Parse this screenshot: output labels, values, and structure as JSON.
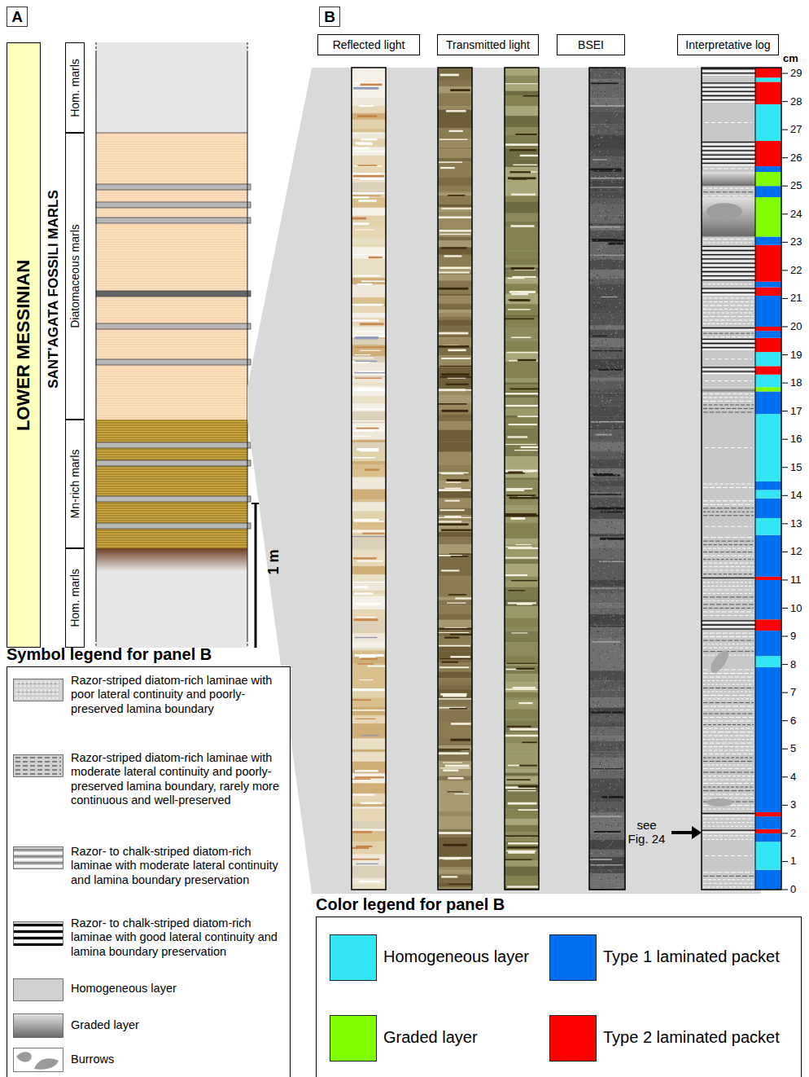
{
  "diagram": {
    "nodes": [
      {
        "text": [
          "A"
        ]
      },
      {
        "text": [
          "B"
        ]
      },
      {
        "text": [
          "LOWER MESSINIAN"
        ]
      },
      {
        "text": [
          "Hom. marls"
        ]
      },
      {
        "text": [
          "Diatomaceous marls"
        ]
      },
      {
        "text": [
          "Mn-rich marls"
        ]
      },
      {
        "text": [
          "Hom. marls"
        ]
      },
      {
        "text": [
          "Reflected light"
        ]
      },
      {
        "text": [
          "Transmitted light"
        ]
      },
      {
        "text": [
          "BSEI"
        ]
      },
      {
        "text": [
          "Interpretative log"
        ]
      },
      {
        "text": [
          "Symbol legend for panel B"
        ]
      },
      {
        "text": [
          "Color legend for panel B"
        ]
      }
    ],
    "labels": [
      "SANT'AGATA FOSSILI MARLS",
      "1 m",
      "cm",
      "29",
      "28",
      "27",
      "26",
      "25",
      "24",
      "23",
      "22",
      "21",
      "20",
      "19",
      "18",
      "17",
      "16",
      "15",
      "14",
      "13",
      "12",
      "11",
      "10",
      "9",
      "8",
      "7",
      "6",
      "5",
      "4",
      "3",
      "2",
      "1",
      "0",
      "see Fig. 24"
    ],
    "legend": [
      {
        "text": "Razor-striped diatom-rich laminae with poor lateral continuity and poorly-preserved lamina boundary"
      },
      {
        "text": "Razor-striped diatom-rich laminae with moderate lateral continuity and poorly-preserved lamina boundary, rarely more continuous and well-preserved"
      },
      {
        "text": "Razor- to chalk-striped diatom-rich laminae with moderate lateral continuity and lamina boundary preservation"
      },
      {
        "text": "Razor- to chalk-striped diatom-rich laminae with good lateral continuity and lamina boundary preservation"
      },
      {
        "text": "Homogeneous layer"
      },
      {
        "text": "Graded layer"
      },
      {
        "text": "Burrows"
      },
      {
        "text": "Homogeneous layer",
        "color": "#33e6f5"
      },
      {
        "text": "Type 1 laminated packet",
        "color": "#0070f0"
      },
      {
        "text": "Graded layer",
        "color": "#80ff00"
      },
      {
        "text": "Type 2 laminated packet",
        "color": "#ff0000"
      }
    ]
  }
}
